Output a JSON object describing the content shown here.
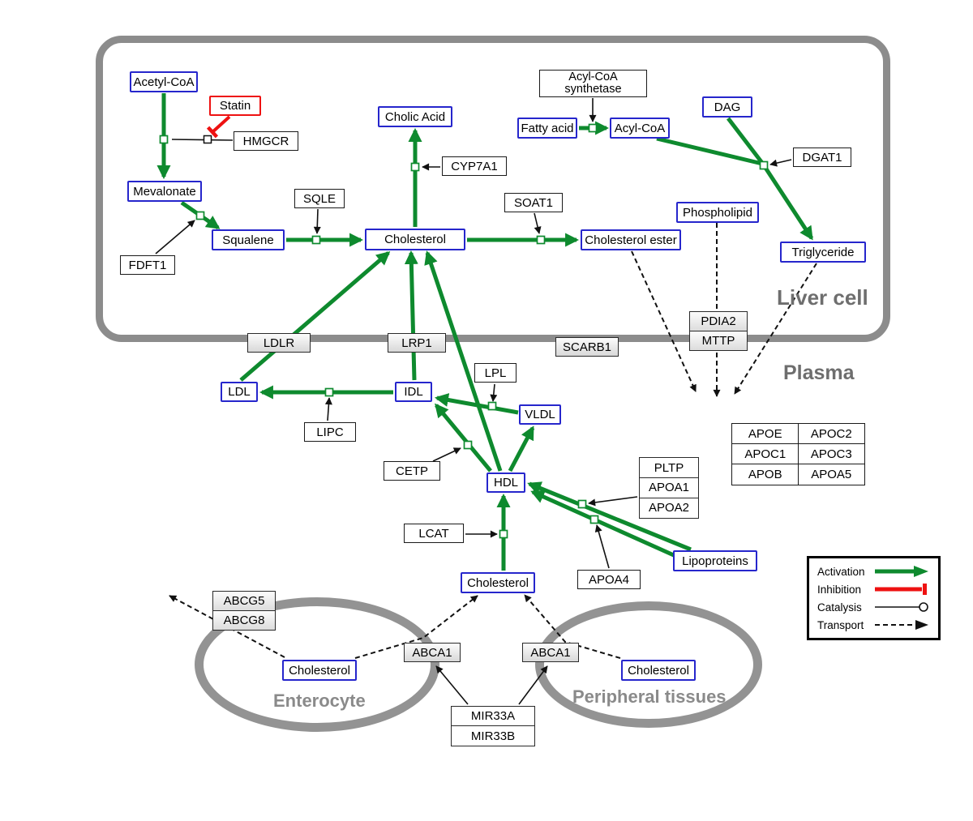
{
  "regions": {
    "liver": "Liver cell",
    "plasma": "Plasma",
    "enterocyte": "Enterocyte",
    "peripheral": "Peripheral tissues"
  },
  "nodes": {
    "acetyl_coa": "Acetyl-CoA",
    "statin": "Statin",
    "hmgcr": "HMGCR",
    "mevalonate": "Mevalonate",
    "fdft1": "FDFT1",
    "squalene": "Squalene",
    "sqle": "SQLE",
    "cholic_acid": "Cholic Acid",
    "cyp7a1": "CYP7A1",
    "cholesterol_liver": "Cholesterol",
    "soat1": "SOAT1",
    "cholesterol_ester": "Cholesterol ester",
    "acyl_coa_synthetase_l1": "Acyl-CoA",
    "acyl_coa_synthetase_l2": "synthetase",
    "fatty_acid": "Fatty acid",
    "acyl_coa": "Acyl-CoA",
    "dag": "DAG",
    "dgat1": "DGAT1",
    "phospholipid": "Phospholipid",
    "triglyceride": "Triglyceride",
    "ldlr": "LDLR",
    "lrp1": "LRP1",
    "scarb1": "SCARB1",
    "ldl": "LDL",
    "idl": "IDL",
    "vldl": "VLDL",
    "hdl": "HDL",
    "lpl": "LPL",
    "lipc": "LIPC",
    "cetp": "CETP",
    "lcat": "LCAT",
    "apoa4": "APOA4",
    "lipoproteins": "Lipoproteins",
    "cholesterol_plasma": "Cholesterol",
    "cholesterol_enterocyte": "Cholesterol",
    "cholesterol_peripheral": "Cholesterol",
    "abca1_left": "ABCA1",
    "abca1_right": "ABCA1"
  },
  "stacks": {
    "pdia2_mttp": [
      "PDIA2",
      "MTTP"
    ],
    "abcg": [
      "ABCG5",
      "ABCG8"
    ],
    "mir33": [
      "MIR33A",
      "MIR33B"
    ],
    "apo_stack": [
      "PLTP",
      "APOA1",
      "APOA2"
    ]
  },
  "apo_table": {
    "rows": [
      [
        "APOE",
        "APOC2"
      ],
      [
        "APOC1",
        "APOC3"
      ],
      [
        "APOB",
        "APOA5"
      ]
    ]
  },
  "legend": {
    "items": [
      "Activation",
      "Inhibition",
      "Catalysis",
      "Transport"
    ]
  },
  "colors": {
    "activation_green": "#0e8a2e",
    "inhibition_red": "#ee1111",
    "entity_blue": "#2626cc",
    "membrane_gray": "#8c8c8c"
  }
}
